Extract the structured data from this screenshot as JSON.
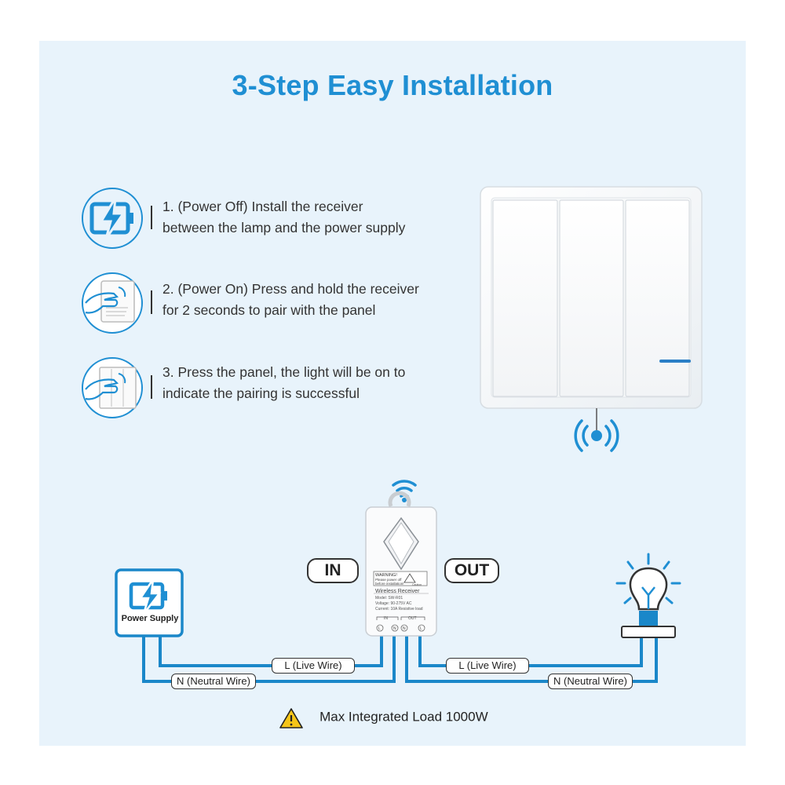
{
  "title": "3-Step Easy Installation",
  "steps": [
    {
      "line1": "1. (Power Off) Install the receiver",
      "line2": "between the lamp and the power supply",
      "icon": "lightning-battery-icon"
    },
    {
      "line1": "2. (Power On) Press and hold the receiver",
      "line2": "for 2 seconds to pair with the panel",
      "icon": "hand-press-receiver-icon"
    },
    {
      "line1": "3. Press the panel, the light will be on to",
      "line2": "indicate the pairing is successful",
      "icon": "hand-press-panel-icon"
    }
  ],
  "diagram": {
    "power_supply_label": "Power Supply",
    "in_label": "IN",
    "out_label": "OUT",
    "left_live": "L (Live Wire)",
    "left_neutral": "N (Neutral Wire)",
    "right_live": "L (Live Wire)",
    "right_neutral": "N (Neutral Wire)",
    "receiver": {
      "warning_title": "WARNING!",
      "warning_line1": "Please power off",
      "warning_line2": "before installation!",
      "caution": "Caution",
      "name": "Wireless Receiver",
      "model": "Model: SW-R01",
      "voltage": "Voltage: 90-275V AC",
      "current": "Current: 10A  Resistive load",
      "in_tag": "IN",
      "out_tag": "OUT",
      "terminals": [
        "L",
        "N",
        "N",
        "L"
      ]
    }
  },
  "note": "Max Integrated Load 1000W",
  "colors": {
    "accent": "#1f8fd3",
    "wire": "#1a87c9",
    "background": "#e8f3fb"
  }
}
